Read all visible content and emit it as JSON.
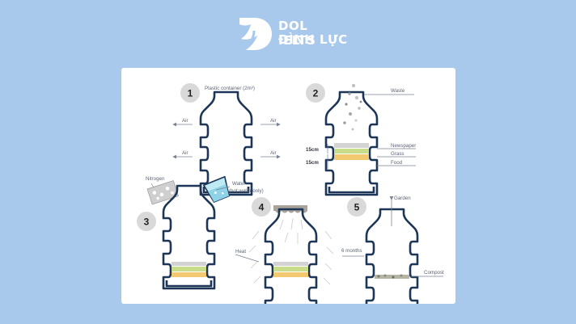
{
  "brand": {
    "line1": "DOL IELTS",
    "line2": "ĐÌNH LỰC"
  },
  "colors": {
    "page_bg": "#a9c9ec",
    "card_bg": "#ffffff",
    "outline": "#1d3557",
    "step_circle": "#d9d9d9",
    "newspaper": "#c9c9c9",
    "grass": "#c8dc8a",
    "food": "#f2c870",
    "lid": "#a8a39b",
    "water": "#8fd3e8"
  },
  "steps": [
    {
      "number": "1",
      "labels": {
        "container": "Plastic container (2m³)",
        "air": "Air"
      }
    },
    {
      "number": "2",
      "labels": {
        "waste": "Waste",
        "newspaper": "Newspaper",
        "grass": "Grass",
        "food": "Food",
        "depth": "15cm"
      }
    },
    {
      "number": "3",
      "labels": {
        "nitrogen": "Nitrogen",
        "water": "Water",
        "water_note": "(hot water only)"
      }
    },
    {
      "number": "4",
      "labels": {
        "heat": "Heat"
      }
    },
    {
      "number": "5",
      "labels": {
        "garden": "Garden",
        "time": "6 months",
        "compost": "Compost"
      }
    }
  ]
}
